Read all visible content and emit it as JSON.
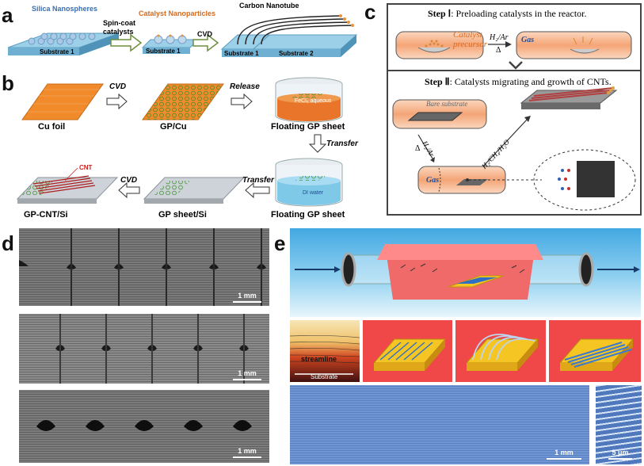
{
  "panels": {
    "a": {
      "label": "a",
      "silica_nanospheres": "Silica Nanospheres",
      "spin_coat": "Spin-coat",
      "catalysts": "catalysts",
      "catalyst_np": "Catalyst Nanoparticles",
      "carbon_nanotube": "Carbon Nanotube",
      "cvd": "CVD",
      "substrate1": "Substrate 1",
      "substrate2": "Substrate 2"
    },
    "b": {
      "label": "b",
      "cu_foil": "Cu foil",
      "gp_cu": "GP/Cu",
      "floating_gp": "Floating GP sheet",
      "fecl3": "FeCl₃ aqueous",
      "di_water": "DI water",
      "gp_sheet_si": "GP sheet/Si",
      "gp_cnt_si": "GP-CNT/Si",
      "cnt": "CNT",
      "cvd": "CVD",
      "release": "Release",
      "transfer": "Transfer"
    },
    "c": {
      "label": "c",
      "step1_prefix": "Step Ⅰ",
      "step1_text": ": Preloading catalysts in the reactor.",
      "step2_prefix": "Step Ⅱ",
      "step2_text": ": Catalysts migrating and growth of CNTs.",
      "catalyst_precursor_1": "Catalyst",
      "catalyst_precursor_2": "precursor",
      "h2ar": "H₂/Ar",
      "delta": "Δ",
      "gas": "Gas",
      "bare_substrate": "Bare substrate",
      "h2ch4h2o": "H₂/CH₄/H₂O"
    },
    "d": {
      "label": "d",
      "scale": "1 mm"
    },
    "e": {
      "label": "e",
      "streamline": "streamline",
      "substrate": "Substrate",
      "scale_mm": "1 mm",
      "scale_um": "5 μm"
    }
  },
  "colors": {
    "substrate_blue": "#8ec8e4",
    "cu_orange": "#f08a2a",
    "gp_green": "#5fb34a",
    "tube_orange": "#f6b083",
    "e_background": "#3ea4e0",
    "e_pink": "#ff6a6a",
    "sem_gray": "#6c6c6c",
    "e_sem_blue": "#5d86c9"
  }
}
